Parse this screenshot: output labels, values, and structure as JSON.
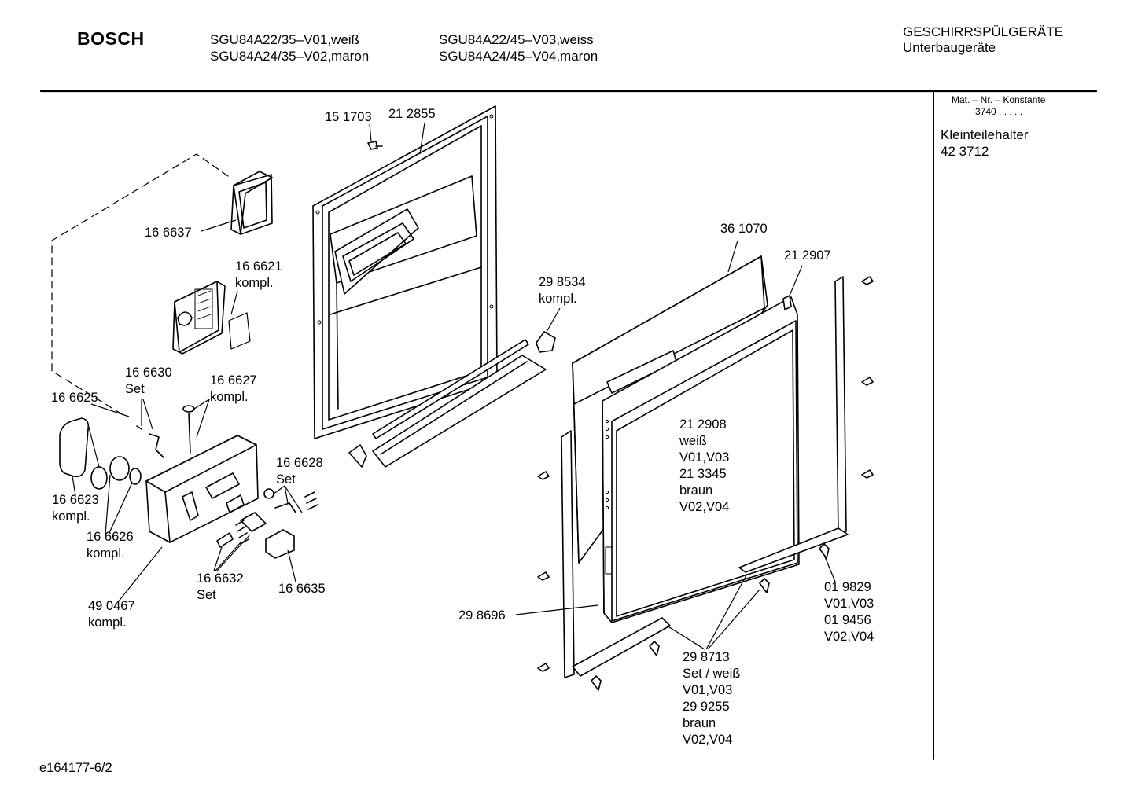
{
  "header": {
    "brand": "BOSCH",
    "models_col1": [
      "SGU84A22/35–V01,weiß",
      "SGU84A24/35–V02,maron"
    ],
    "models_col2": [
      "SGU84A22/45–V03,weiss",
      "SGU84A24/45–V04,maron"
    ],
    "category": "GESCHIRRSPÜLGERÄTE",
    "subcategory": "Unterbaugeräte"
  },
  "sidebar": {
    "konstante_label": "Mat. – Nr. – Konstante",
    "konstante_value": "3740  .   .   .   .   .",
    "item_name": "Kleinteilehalter",
    "item_number": "42 3712"
  },
  "parts": [
    {
      "id": "p151703",
      "lines": [
        "15 1703"
      ]
    },
    {
      "id": "p212855",
      "lines": [
        "21 2855"
      ]
    },
    {
      "id": "p166637",
      "lines": [
        "16 6637"
      ]
    },
    {
      "id": "p166621",
      "lines": [
        "16 6621",
        "kompl."
      ]
    },
    {
      "id": "p298534",
      "lines": [
        "29 8534",
        "kompl."
      ]
    },
    {
      "id": "p361070",
      "lines": [
        "36 1070"
      ]
    },
    {
      "id": "p212907",
      "lines": [
        "21 2907"
      ]
    },
    {
      "id": "p166630",
      "lines": [
        "16 6630",
        "Set"
      ]
    },
    {
      "id": "p166627",
      "lines": [
        "16 6627",
        "kompl."
      ]
    },
    {
      "id": "p166625",
      "lines": [
        "16 6625"
      ]
    },
    {
      "id": "p212908",
      "lines": [
        "21 2908",
        "weiß",
        "V01,V03",
        "21 3345",
        "braun",
        "V02,V04"
      ]
    },
    {
      "id": "p166628",
      "lines": [
        "16 6628",
        "Set"
      ]
    },
    {
      "id": "p166623",
      "lines": [
        "16 6623",
        "kompl."
      ]
    },
    {
      "id": "p166626",
      "lines": [
        "16 6626",
        "kompl."
      ]
    },
    {
      "id": "p166632",
      "lines": [
        "16 6632",
        "Set"
      ]
    },
    {
      "id": "p166635",
      "lines": [
        "16 6635"
      ]
    },
    {
      "id": "p019829",
      "lines": [
        "01 9829",
        "V01,V03",
        "01 9456",
        "V02,V04"
      ]
    },
    {
      "id": "p490467",
      "lines": [
        "49 0467",
        "kompl."
      ]
    },
    {
      "id": "p298696",
      "lines": [
        "29 8696"
      ]
    },
    {
      "id": "p298713",
      "lines": [
        "29 8713",
        "Set / weiß",
        "V01,V03",
        "29 9255",
        "braun",
        "V02,V04"
      ]
    }
  ],
  "footer": {
    "drawing_id": "e164177-6/2"
  }
}
